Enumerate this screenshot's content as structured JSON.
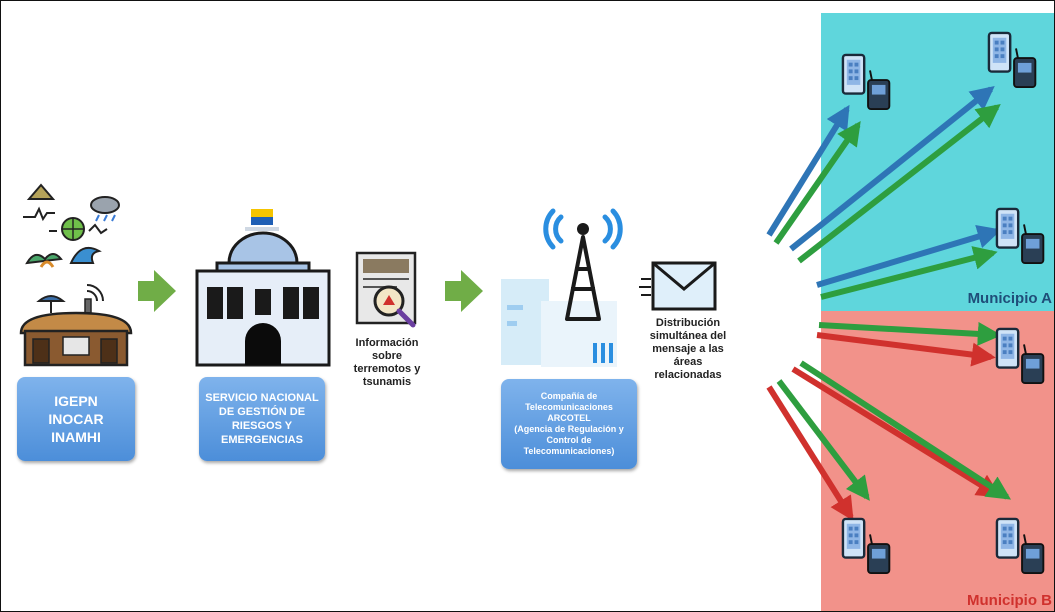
{
  "sources": {
    "label": "IGEPN\nINOCAR\nINAMHI"
  },
  "agency": {
    "label": "SERVICIO NACIONAL\nDE GESTIÓN DE\nRIESGOS Y\nEMERGENCIAS"
  },
  "info": {
    "caption": "Información\nsobre\nterremotos y\ntsunamis"
  },
  "telecom": {
    "label": "Compañía de\nTelecomunicaciones\nARCOTEL\n(Agencia de Regulación y\nControl de\nTelecomunicaciones)"
  },
  "distribution": {
    "caption": "Distribución\nsimultánea del\nmensaje a las\náreas\nrelacionadas"
  },
  "zones": {
    "a": "Municipio A",
    "b": "Municipio B"
  },
  "colors": {
    "zone_a": "#5fd6dc",
    "zone_b": "#f2928a",
    "box": "#5b9bd5",
    "flow_arrow": "#70ad47",
    "blue_arrow": "#2e75b6",
    "green_arrow": "#2e9e3f",
    "red_arrow": "#d0312d"
  },
  "icons": [
    "hazard-monitoring-icon",
    "observatory-icon",
    "government-building-icon",
    "document-search-icon",
    "telecom-tower-icon",
    "envelope-icon",
    "mobile-device-icon"
  ]
}
